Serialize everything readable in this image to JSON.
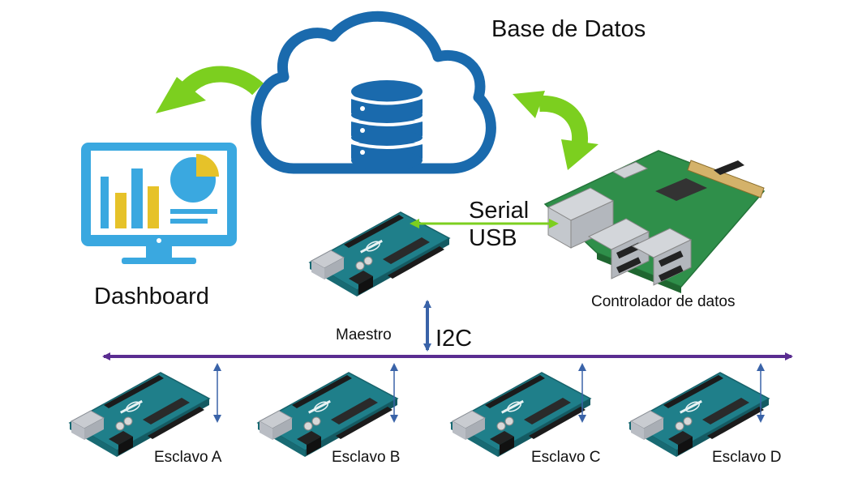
{
  "labels": {
    "database": "Base de Datos",
    "dashboard": "Dashboard",
    "serial": "Serial",
    "usb": "USB",
    "controller": "Controlador de datos",
    "master": "Maestro",
    "bus": "I2C",
    "slaves": [
      "Esclavo A",
      "Esclavo B",
      "Esclavo C",
      "Esclavo D"
    ]
  },
  "colors": {
    "cloud": "#1a6aad",
    "db": "#1a6aad",
    "monitor": "#3aa8e0",
    "chart_yellow": "#e6c229",
    "refresh_arrow": "#7ccf1f",
    "serial_line": "#7ccf1f",
    "bus_line": "#5a2d91",
    "link_arrow": "#3a63a8",
    "arduino_board": "#1f7f8a",
    "raspberry_board": "#2f8f4a"
  },
  "icons": {
    "cloud": "cloud-icon",
    "database": "database-icon",
    "dashboard": "monitor-chart-icon",
    "arduino": "arduino-board-icon",
    "raspberry": "raspberry-pi-board-icon",
    "refresh": "curved-arrow-icon"
  }
}
